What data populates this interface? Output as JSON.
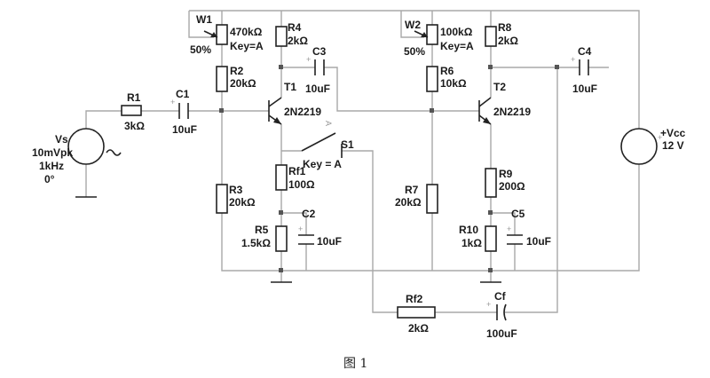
{
  "labels": {
    "vs_name": "Vs",
    "vs_amp": "10mVpk",
    "vs_freq": "1kHz",
    "vs_phase": "0°",
    "r1_name": "R1",
    "r1_val": "3kΩ",
    "c1_name": "C1",
    "c1_val": "10uF",
    "w1_name": "W1",
    "w1_val": "470kΩ",
    "w1_key": "Key=A",
    "w1_pct": "50%",
    "r2_name": "R2",
    "r2_val": "20kΩ",
    "r3_name": "R3",
    "r3_val": "20kΩ",
    "r4_name": "R4",
    "r4_val": "2kΩ",
    "c3_name": "C3",
    "c3_val": "10uF",
    "t1_name": "T1",
    "t1_type": "2N2219",
    "rf1_name": "Rf1",
    "rf1_val": "100Ω",
    "r5_name": "R5",
    "r5_val": "1.5kΩ",
    "c2_name": "C2",
    "c2_val": "10uF",
    "s1_name": "S1",
    "s1_key": "Key = A",
    "w2_name": "W2",
    "w2_val": "100kΩ",
    "w2_key": "Key=A",
    "w2_pct": "50%",
    "r8_name": "R8",
    "r8_val": "2kΩ",
    "r6_name": "R6",
    "r6_val": "10kΩ",
    "r7_name": "R7",
    "r7_val": "20kΩ",
    "t2_name": "T2",
    "t2_type": "2N2219",
    "r9_name": "R9",
    "r9_val": "200Ω",
    "r10_name": "R10",
    "r10_val": "1kΩ",
    "c5_name": "C5",
    "c5_val": "10uF",
    "c4_name": "C4",
    "c4_val": "10uF",
    "vcc_name": "+Vcc",
    "vcc_val": "12 V",
    "rf2_name": "Rf2",
    "rf2_val": "2kΩ",
    "cf_name": "Cf",
    "cf_val": "100uF",
    "caption": "图 1"
  }
}
